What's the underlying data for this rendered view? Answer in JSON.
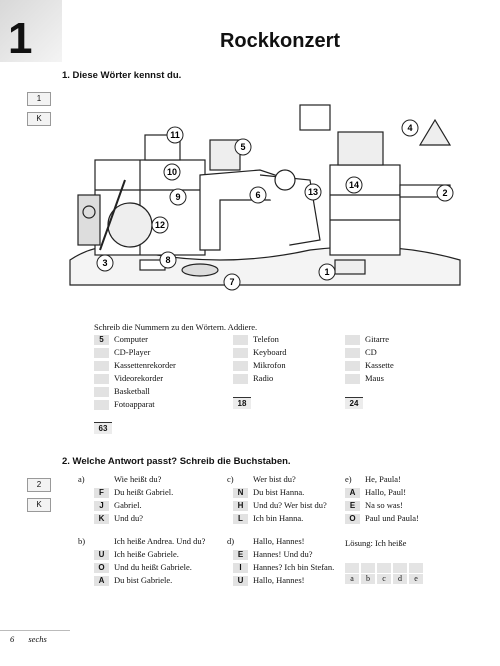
{
  "header": {
    "chapter": "1",
    "title": "Rockkonzert"
  },
  "ex1": {
    "side_label_1": "1",
    "side_label_2": "K",
    "heading": "1.  Diese Wörter kennst du.",
    "instruction": "Schreib die Nummern zu den Wörtern. Addiere.",
    "col1": [
      {
        "n": "5",
        "w": "Computer"
      },
      {
        "n": "",
        "w": "CD-Player"
      },
      {
        "n": "",
        "w": "Kassettenrekorder"
      },
      {
        "n": "",
        "w": "Videorekorder"
      },
      {
        "n": "",
        "w": "Basketball"
      },
      {
        "n": "",
        "w": "Fotoapparat"
      }
    ],
    "col2": [
      {
        "n": "",
        "w": "Telefon"
      },
      {
        "n": "",
        "w": "Keyboard"
      },
      {
        "n": "",
        "w": "Mikrofon"
      },
      {
        "n": "",
        "w": "Radio"
      }
    ],
    "col3": [
      {
        "n": "",
        "w": "Gitarre"
      },
      {
        "n": "",
        "w": "CD"
      },
      {
        "n": "",
        "w": "Kassette"
      },
      {
        "n": "",
        "w": "Maus"
      }
    ],
    "sum2": "18",
    "sum3": "24",
    "total": "63",
    "numbers": [
      "1",
      "2",
      "3",
      "4",
      "5",
      "6",
      "7",
      "8",
      "9",
      "10",
      "11",
      "12",
      "13",
      "14"
    ]
  },
  "ex2": {
    "side_label_1": "2",
    "side_label_2": "K",
    "heading": "2.  Welche Antwort passt? Schreib die Buchstaben.",
    "a": {
      "label": "a)",
      "q": "Wie heißt du?",
      "opts": [
        {
          "l": "F",
          "t": "Du heißt Gabriel."
        },
        {
          "l": "J",
          "t": "Gabriel."
        },
        {
          "l": "K",
          "t": "Und du?"
        }
      ]
    },
    "b": {
      "label": "b)",
      "q": "Ich heiße Andrea. Und du?",
      "opts": [
        {
          "l": "U",
          "t": "Ich heiße Gabriele."
        },
        {
          "l": "O",
          "t": "Und du heißt Gabriele."
        },
        {
          "l": "A",
          "t": "Du bist Gabriele."
        }
      ]
    },
    "c": {
      "label": "c)",
      "q": "Wer bist du?",
      "opts": [
        {
          "l": "N",
          "t": "Du bist Hanna."
        },
        {
          "l": "H",
          "t": "Und du? Wer bist du?"
        },
        {
          "l": "L",
          "t": "Ich bin Hanna."
        }
      ]
    },
    "d": {
      "label": "d)",
      "q": "Hallo, Hannes!",
      "opts": [
        {
          "l": "E",
          "t": "Hannes! Und du?"
        },
        {
          "l": "I",
          "t": "Hannes? Ich bin Stefan."
        },
        {
          "l": "U",
          "t": "Hallo, Hannes!"
        }
      ]
    },
    "e": {
      "label": "e)",
      "q": "He, Paula!",
      "opts": [
        {
          "l": "A",
          "t": "Hallo, Paul!"
        },
        {
          "l": "E",
          "t": "Na so was!"
        },
        {
          "l": "O",
          "t": "Paul und Paula!"
        }
      ]
    },
    "solution_label": "Lösung: Ich heiße",
    "solution_letters": [
      "a",
      "b",
      "c",
      "d",
      "e"
    ]
  },
  "footer": {
    "page_number": "6",
    "page_word": "sechs"
  }
}
